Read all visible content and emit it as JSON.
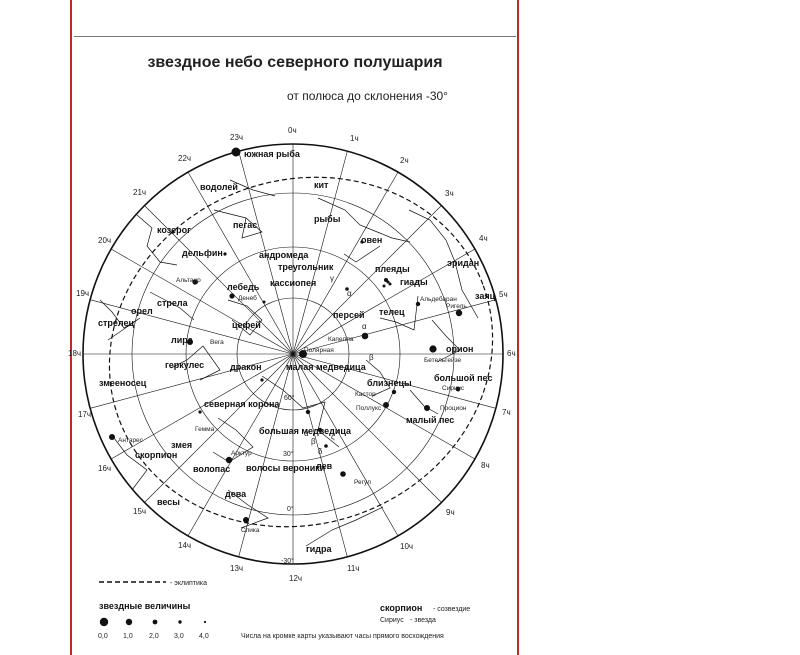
{
  "title": "звездное небо северного полушария",
  "subtitle": "от полюса до склонения -30°",
  "hours": [
    "0ч",
    "1ч",
    "2ч",
    "3ч",
    "4ч",
    "5ч",
    "6ч",
    "7ч",
    "8ч",
    "9ч",
    "10ч",
    "11ч",
    "12ч",
    "13ч",
    "14ч",
    "15ч",
    "16ч",
    "17ч",
    "18ч",
    "19ч",
    "20ч",
    "21ч",
    "22ч",
    "23ч"
  ],
  "declinations": {
    "d60": "60°",
    "d30": "30°",
    "d0": "0°",
    "dm30": "-30°"
  },
  "constellations": [
    "южная рыба",
    "кит",
    "водолей",
    "рыбы",
    "пегас",
    "козерог",
    "овен",
    "эридан",
    "дельфин",
    "андромеда",
    "треугольник",
    "плеяды",
    "гиады",
    "заяц",
    "лебедь",
    "кассиопея",
    "стрела",
    "персей",
    "телец",
    "орел",
    "стрелец",
    "цефей",
    "орион",
    "лира",
    "геркулес",
    "дракон",
    "малая медведица",
    "большой пес",
    "близнецы",
    "змееносец",
    "северная корона",
    "малый пес",
    "большая медведица",
    "змея",
    "скорпион",
    "волопас",
    "волосы вероники",
    "лев",
    "весы",
    "дева",
    "гидра"
  ],
  "stars": [
    "Альтаир",
    "Денеб",
    "Вега",
    "Альдебаран",
    "Ригель",
    "Капелла",
    "Полярная",
    "Бетельгейзе",
    "Сириус",
    "Кастор",
    "Поллукс",
    "Процион",
    "Антарес",
    "Гемма",
    "Арктур",
    "Регул",
    "Спика"
  ],
  "greek": {
    "alpha": "α",
    "beta": "β",
    "gamma": "γ",
    "delta": "δ",
    "zeta": "ζ"
  },
  "legend": {
    "ecliptic": "- эклиптика",
    "magnitudes_title": "звездные величины",
    "magnitudes": [
      "0,0",
      "1,0",
      "2,0",
      "3,0",
      "4,0"
    ],
    "constellation_example": "скорпион",
    "constellation_note": "- созвездие",
    "star_example": "Сириус",
    "star_note": "- звезда",
    "footnote": "Числа на кромке карты указывают часы прямого восхождения"
  }
}
